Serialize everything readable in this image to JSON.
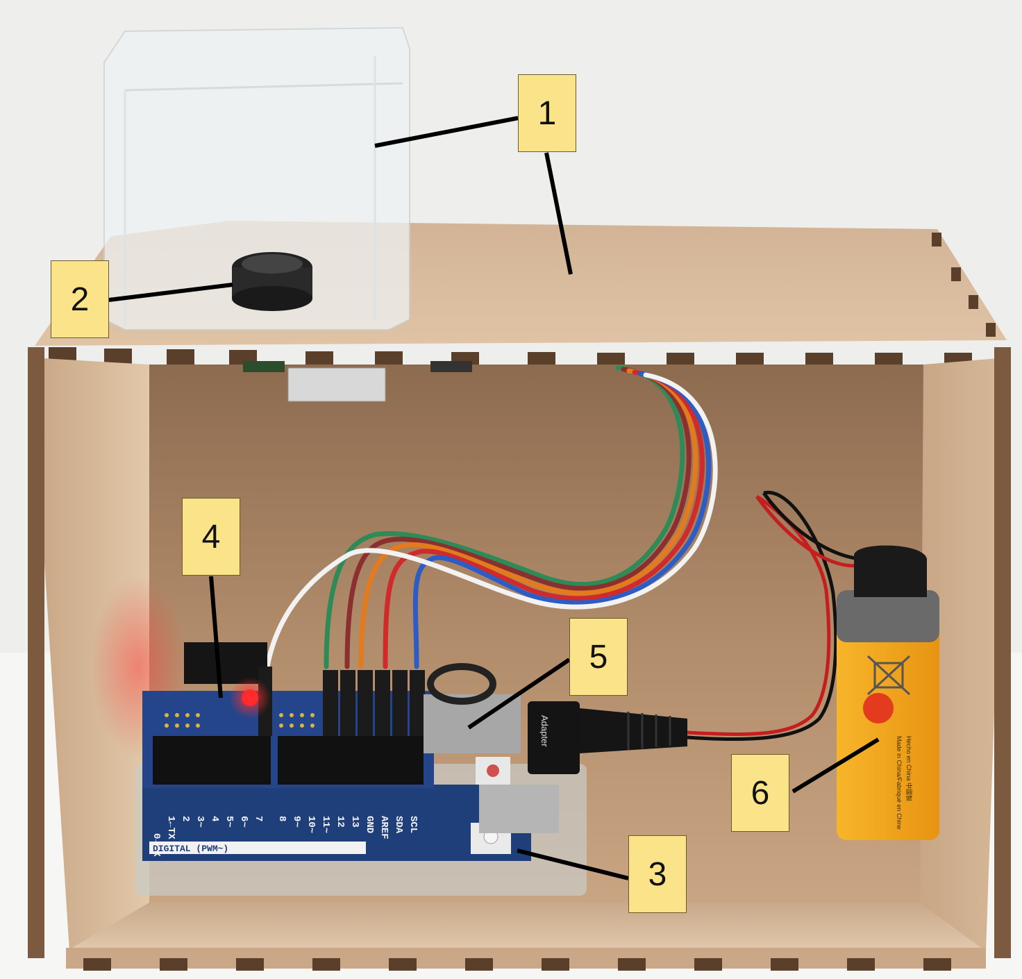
{
  "callouts": [
    {
      "label": "1"
    },
    {
      "label": "2"
    },
    {
      "label": "3"
    },
    {
      "label": "4"
    },
    {
      "label": "5"
    },
    {
      "label": "6"
    }
  ],
  "board": {
    "pin_labels": [
      "0→RX",
      "1←TX",
      "2",
      "3~",
      "4",
      "5~",
      "6~",
      "7",
      "8",
      "9~",
      "10~",
      "11~",
      "12",
      "13",
      "GND",
      "AREF",
      "SDA",
      "SCL"
    ],
    "digital_label": "DIGITAL (PWM~)"
  },
  "adapter_label": "Adapter",
  "battery": {
    "text_line_1": "Made in China/Fabriqué en Chine",
    "text_line_2": "Hecho en China 中國製"
  },
  "colors": {
    "wood_light": "#d9b99b",
    "wood_dark": "#b58f6e",
    "callout_fill": "#fbe38a",
    "battery_orange": "#f2a51c",
    "board_blue": "#1f3f7a",
    "acrylic": "#e8eef0"
  }
}
